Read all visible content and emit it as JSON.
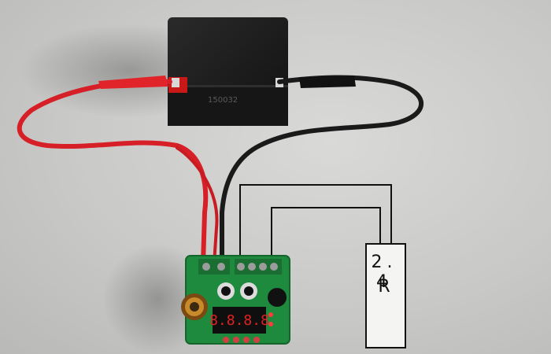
{
  "image": {
    "battery": {
      "label": "150032"
    },
    "resistor": {
      "value": "2. 4",
      "unit": "R"
    },
    "module": {
      "display": "8.8.8.8"
    },
    "colors": {
      "background": "#cfcfcd",
      "battery_body": "#1c1c1c",
      "red_wire": "#d61f26",
      "black_wire": "#1a1a1a",
      "pcb": "#1e8a3e",
      "display_red": "#e32020",
      "wire_line": "#111111"
    },
    "icons": [
      "battery-icon",
      "resistor-icon",
      "converter-board-icon",
      "alligator-clip-icon"
    ]
  }
}
